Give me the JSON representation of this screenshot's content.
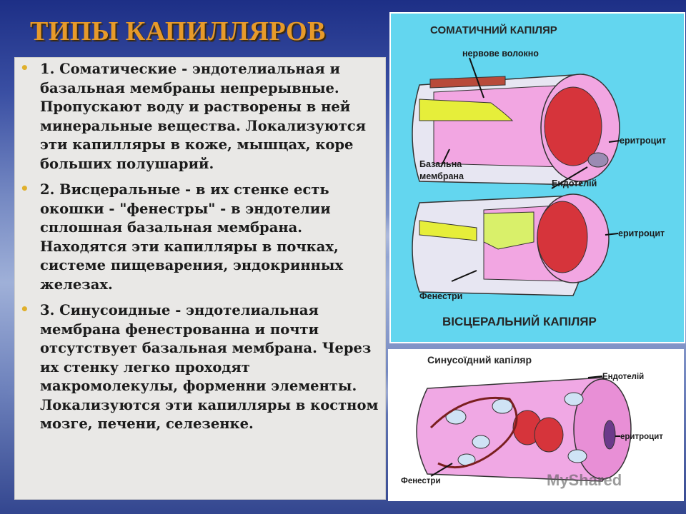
{
  "slide": {
    "title": "ТИПЫ КАПИЛЛЯРОВ",
    "bullet_icon": "bullet-dot",
    "bullets": [
      "1. Соматические - эндотелиальная и базальная мембраны непрерывные. Пропускают воду и растворены в ней минеральные вещества. Локализуются эти капилляры в коже, мышцах, коре больших полушарий.",
      "2. Висцеральные - в их стенке есть окошки - \"фенестры\" - в эндотелии сплошная базальная мембрана. Находятся эти капилляры в почках, системе пищеварения, эндокринных железах.",
      "3. Синусоидные - эндотелиальная мембрана фенестрованна и почти отсутствует базальная мембрана. Через их стенку легко проходят макромолекулы, форменни элементы. Локализуются эти капилляры в костном мозге, печени, селезенке."
    ]
  },
  "diagram_top": {
    "title_top": "СОМАТИЧНИЙ КАПІЛЯР",
    "title_bottom": "ВІСЦЕРАЛЬНИЙ КАПІЛЯР",
    "labels": {
      "nerve": "нервове волокно",
      "erythrocyte1": "еритроцит",
      "basal_line1": "Базальна",
      "basal_line2": "мембрана",
      "endothelium": "Ендотелій",
      "erythrocyte2": "еритроцит",
      "fenestrae": "Фенестри"
    }
  },
  "diagram_bottom": {
    "title": "Синусоїдний капіляр",
    "labels": {
      "endothelium": "Ендотелій",
      "erythrocyte": "еритроцит",
      "fenestrae": "Фенестри"
    }
  },
  "watermark": "MyShared",
  "colors": {
    "title": "#e79a2a",
    "panel_bg": "#63d6ef",
    "erythrocyte": "#d6343b",
    "endothelium": "#f0a8e4",
    "basal": "#d9f06a"
  }
}
